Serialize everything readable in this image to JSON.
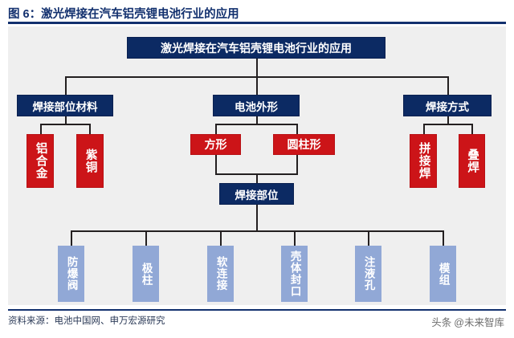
{
  "header": {
    "figure_label": "图 6：激光焊接在汽车铝壳锂电池行业的应用",
    "accent_color": "#12306e"
  },
  "diagram": {
    "background_color": "#efefef",
    "node_colors": {
      "level1": "#0c2a63",
      "level2": "#0c2a63",
      "leaf_red": "#cc1418",
      "leaf_blue": "#91a8d6",
      "connector": "#231f20"
    },
    "root": {
      "label": "激光焊接在汽车铝壳锂电池行业的应用"
    },
    "branches": [
      {
        "label": "焊接部位材料"
      },
      {
        "label": "电池外形"
      },
      {
        "label": "焊接方式"
      }
    ],
    "materials": [
      {
        "label": "铝合金"
      },
      {
        "label": "紫铜"
      }
    ],
    "shapes": [
      {
        "label": "方形"
      },
      {
        "label": "圆柱形"
      }
    ],
    "methods": [
      {
        "label": "拼接焊"
      },
      {
        "label": "叠焊"
      }
    ],
    "weld_location": {
      "label": "焊接部位"
    },
    "weld_parts": [
      {
        "label": "防爆阀"
      },
      {
        "label": "极柱"
      },
      {
        "label": "软连接"
      },
      {
        "label": "壳体封口"
      },
      {
        "label": "注液孔"
      },
      {
        "label": "模组"
      }
    ]
  },
  "footer": {
    "source": "资料来源：电池中国网、申万宏源研究",
    "watermark_prefix": "头条",
    "watermark_handle": "@未来智库"
  }
}
